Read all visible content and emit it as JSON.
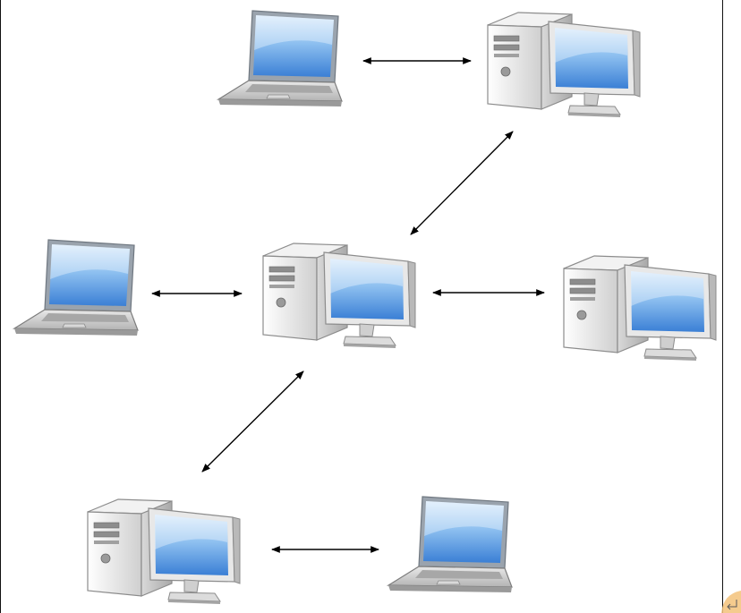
{
  "diagram": {
    "nodes": [
      {
        "id": "laptop-top",
        "kind": "laptop"
      },
      {
        "id": "desktop-top-right",
        "kind": "desktop"
      },
      {
        "id": "laptop-middle-left",
        "kind": "laptop"
      },
      {
        "id": "desktop-center",
        "kind": "desktop"
      },
      {
        "id": "desktop-middle-right",
        "kind": "desktop"
      },
      {
        "id": "desktop-bottom-left",
        "kind": "desktop"
      },
      {
        "id": "laptop-bottom-right",
        "kind": "laptop"
      }
    ],
    "links": [
      {
        "from": "laptop-top",
        "to": "desktop-top-right",
        "direction": "both"
      },
      {
        "from": "desktop-top-right",
        "to": "desktop-center",
        "direction": "both"
      },
      {
        "from": "laptop-middle-left",
        "to": "desktop-center",
        "direction": "both"
      },
      {
        "from": "desktop-center",
        "to": "desktop-middle-right",
        "direction": "both"
      },
      {
        "from": "desktop-center",
        "to": "desktop-bottom-left",
        "direction": "both"
      },
      {
        "from": "desktop-bottom-left",
        "to": "laptop-bottom-right",
        "direction": "both"
      }
    ]
  },
  "colors": {
    "screen_light": "#cfe4fa",
    "screen_dark": "#3f86d8",
    "screen_bezel": "#8d95a0",
    "case_light": "#f5f5f5",
    "case_dark": "#bcbcbc",
    "arrow": "#000000",
    "corner_mark": "#f3c27a"
  },
  "icons": {
    "laptop": "laptop-icon",
    "desktop": "desktop-computer-icon",
    "arrow": "double-headed-arrow"
  }
}
